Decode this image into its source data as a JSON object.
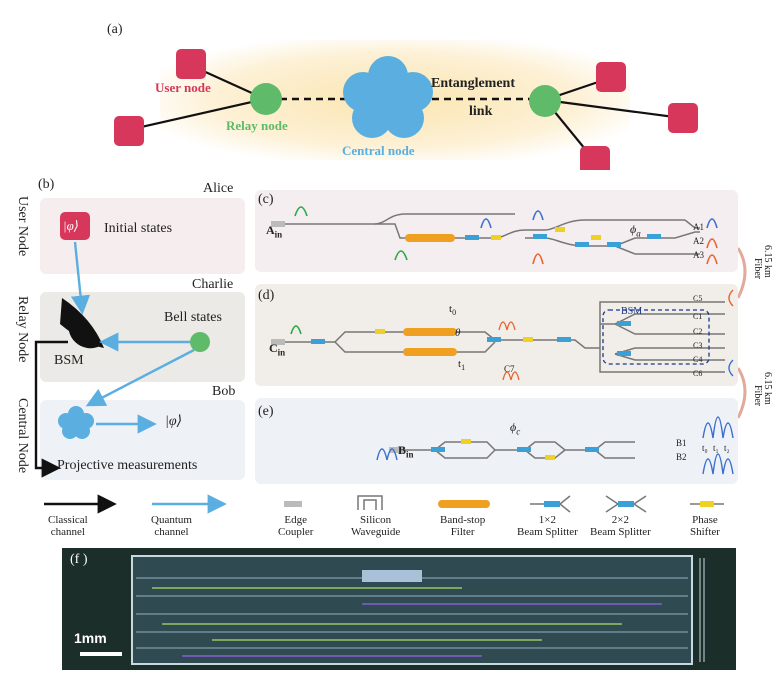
{
  "panel_a": {
    "label": "(a)",
    "user_node": "User node",
    "relay_node": "Relay node",
    "central_node": "Central node",
    "entanglement_link_line1": "Entanglement",
    "entanglement_link_line2": "link"
  },
  "panel_b": {
    "label": "(b)",
    "side_labels": [
      "User Node",
      "Relay Node",
      "Central Node"
    ],
    "alice": "Alice",
    "charlie": "Charlie",
    "bob": "Bob",
    "initial_state_symbol": "|φ⟩",
    "initial_states": "Initial states",
    "bell_states": "Bell states",
    "bsm": "BSM",
    "phi_out": "|φ⟩",
    "projective_measurements": "Projective measurements"
  },
  "panel_c": {
    "label": "(c)",
    "input": "A",
    "input_sub": "in",
    "outputs": [
      "A1",
      "A2",
      "A3"
    ],
    "phase": "ϕ",
    "phase_sub": "a"
  },
  "panel_d": {
    "label": "(d)",
    "input": "C",
    "input_sub": "in",
    "t0": "t",
    "t0_sub": "0",
    "t1": "t",
    "t1_sub": "1",
    "theta": "θ",
    "c7": "C7",
    "bsm": "BSM",
    "outputs": [
      "C5",
      "C1",
      "C2",
      "C3",
      "C4",
      "C6"
    ]
  },
  "panel_e": {
    "label": "(e)",
    "input": "B",
    "input_sub": "in",
    "phase": "ϕ",
    "phase_sub": "c",
    "outputs": [
      "B1",
      "B2"
    ],
    "time_bins": [
      "t₀",
      "t₁",
      "t₂"
    ]
  },
  "fiber": {
    "length": "6.15 km",
    "word": "Fiber"
  },
  "legend": [
    {
      "icon": "classical-channel",
      "label": "Classical\nchannel"
    },
    {
      "icon": "quantum-channel",
      "label": "Quantum\nchannel"
    },
    {
      "icon": "edge-coupler",
      "label": "Edge\nCoupler"
    },
    {
      "icon": "silicon-waveguide",
      "label": "Silicon\nWaveguide"
    },
    {
      "icon": "band-stop-filter",
      "label": "Band-stop\nFilter"
    },
    {
      "icon": "beam-splitter-1x2",
      "label": "1×2\nBeam Splitter"
    },
    {
      "icon": "beam-splitter-2x2",
      "label": "2×2\nBeam Splitter"
    },
    {
      "icon": "phase-shifter",
      "label": "Phase\nShifter"
    }
  ],
  "panel_f": {
    "label": "(f )",
    "scalebar": "1mm"
  },
  "colors": {
    "user": "#d6375a",
    "relay": "#5fba6a",
    "central": "#5aaee0",
    "quantum_arrow": "#5aaee0",
    "wave_green": "#2aa84a",
    "wave_orange": "#e8622a",
    "wave_blue": "#3a6fd0",
    "beam_splitter": "#3aa0d8",
    "phase_shifter": "#f0d020",
    "filter": "#f0a020",
    "chip_bg": "#1c2e2a"
  }
}
